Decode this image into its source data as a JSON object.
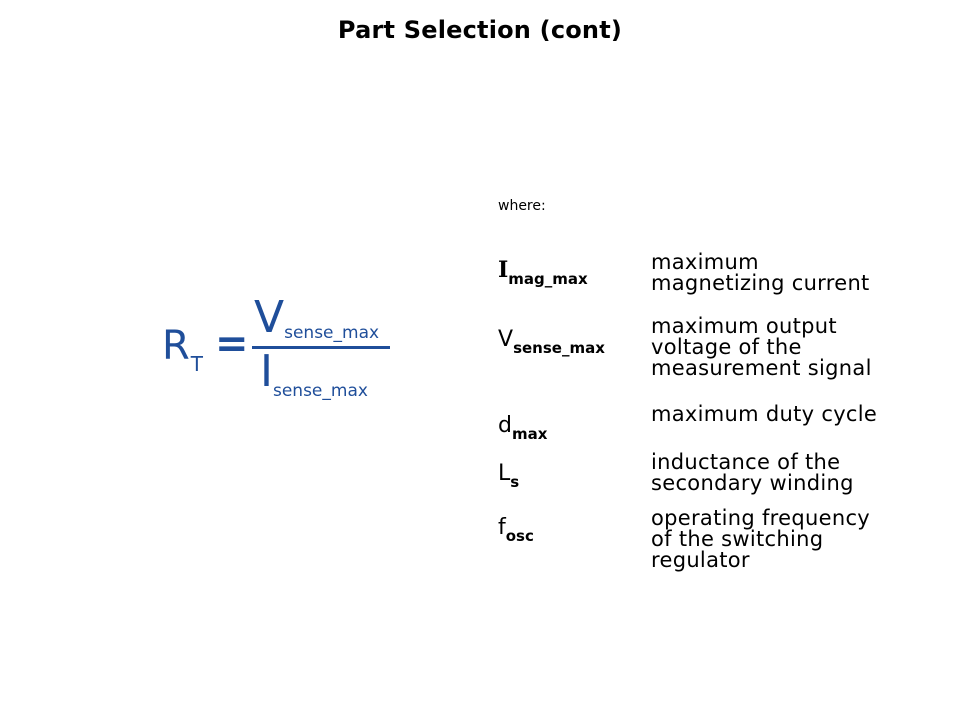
{
  "slide": {
    "title": "Part Selection (cont)"
  },
  "formula": {
    "lhs_main": "R",
    "lhs_sub": "T",
    "equals": "=",
    "numerator_main": "V",
    "numerator_sub": "sense_max",
    "denominator_main": "I",
    "denominator_sub": "sense_max",
    "color": "#1f4e9a"
  },
  "definitions": {
    "intro": "where:",
    "items": [
      {
        "symbol_main": "I",
        "symbol_sub": "mag_max",
        "lines": [
          "maximum",
          "magnetizing current"
        ]
      },
      {
        "symbol_main": "V",
        "symbol_sub": "sense_max",
        "lines": [
          "maximum output",
          "voltage of the",
          "measurement signal"
        ]
      },
      {
        "symbol_main": "d",
        "symbol_sub": "max",
        "lines": [
          "maximum duty cycle"
        ]
      },
      {
        "symbol_main": "L",
        "symbol_sub": "s",
        "lines": [
          "inductance of the",
          "secondary winding"
        ]
      },
      {
        "symbol_main": "f",
        "symbol_sub": "osc",
        "lines": [
          "operating frequency",
          "of the switching",
          "regulator"
        ]
      }
    ]
  }
}
